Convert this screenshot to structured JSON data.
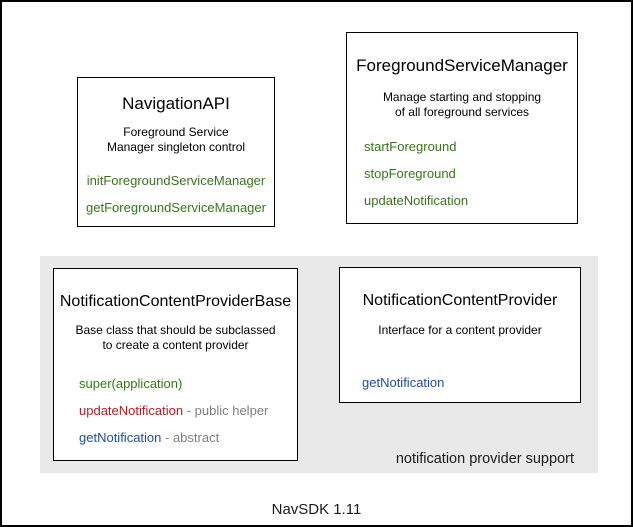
{
  "caption": "NavSDK 1.11",
  "colors": {
    "method_green": "#38761d",
    "method_red": "#b02025",
    "method_blue": "#1f4e9c",
    "note_gray": "#7f7f7f",
    "region_background": "#e9e9e9",
    "box_border": "#000000"
  },
  "region": {
    "label": "notification provider support"
  },
  "boxes": {
    "navigation_api": {
      "title": "NavigationAPI",
      "desc1": "Foreground Service",
      "desc2": "Manager singleton control",
      "methods": [
        {
          "name": "initForegroundServiceManager",
          "color": "green",
          "note": ""
        },
        {
          "name": "getForegroundServiceManager",
          "color": "green",
          "note": ""
        }
      ]
    },
    "foreground_service_manager": {
      "title": "ForegroundServiceManager",
      "desc1": "Manage starting and stopping",
      "desc2": "of all foreground services",
      "methods": [
        {
          "name": "startForeground",
          "color": "green",
          "note": ""
        },
        {
          "name": "stopForeground",
          "color": "green",
          "note": ""
        },
        {
          "name": "updateNotification",
          "color": "green",
          "note": ""
        }
      ]
    },
    "notification_content_provider_base": {
      "title": "NotificationContentProviderBase",
      "desc1": "Base class that should be subclassed",
      "desc2": "to create a content provider",
      "methods": [
        {
          "name": "super(application)",
          "color": "green",
          "note": ""
        },
        {
          "name": "updateNotification",
          "color": "red",
          "note": "- public helper"
        },
        {
          "name": "getNotification",
          "color": "blue",
          "note": "- abstract"
        }
      ]
    },
    "notification_content_provider": {
      "title": "NotificationContentProvider",
      "desc1": "Interface for a content provider",
      "methods": [
        {
          "name": "getNotification",
          "color": "blue",
          "note": ""
        }
      ]
    }
  }
}
